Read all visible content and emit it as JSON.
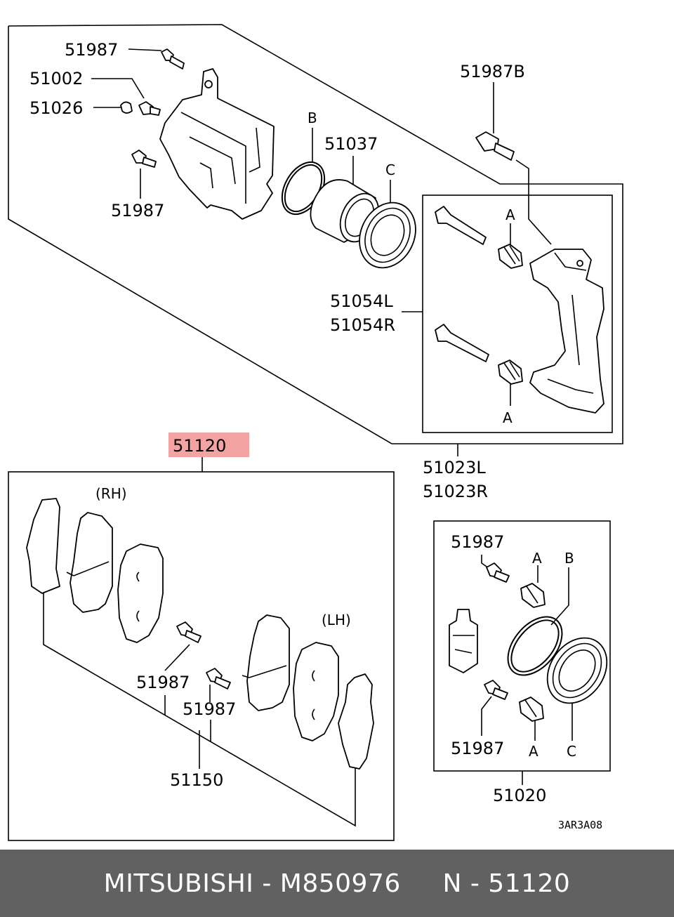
{
  "labels": {
    "bolt_top": "51987",
    "bleeder": "51002",
    "cap": "51026",
    "bolt_left": "51987",
    "bolt_top_right": "51987B",
    "b_ring": "B",
    "piston": "51037",
    "c_seal": "C",
    "a_top": "A",
    "a_bottom": "A",
    "pin_l": "51054L",
    "pin_r": "51054R",
    "highlight": "51120",
    "bracket_l": "51023L",
    "bracket_r": "51023R",
    "rh": "(RH)",
    "lh": "(LH)",
    "pad_bolt_1": "51987",
    "pad_bolt_2": "51987",
    "pad_kit": "51150",
    "kit_bolt_top": "51987",
    "kit_a_top": "A",
    "kit_b": "B",
    "kit_bolt_bottom": "51987",
    "kit_a_bottom": "A",
    "kit_c": "C",
    "seal_kit": "51020",
    "code": "3AR3A08"
  },
  "colors": {
    "highlight": "#f4a3a3",
    "footer": "#616161"
  },
  "footer": {
    "brand": "MITSUBISHI",
    "sep1": " - ",
    "part_number": "M850976",
    "gap": "     ",
    "ref": "N - 51120"
  }
}
